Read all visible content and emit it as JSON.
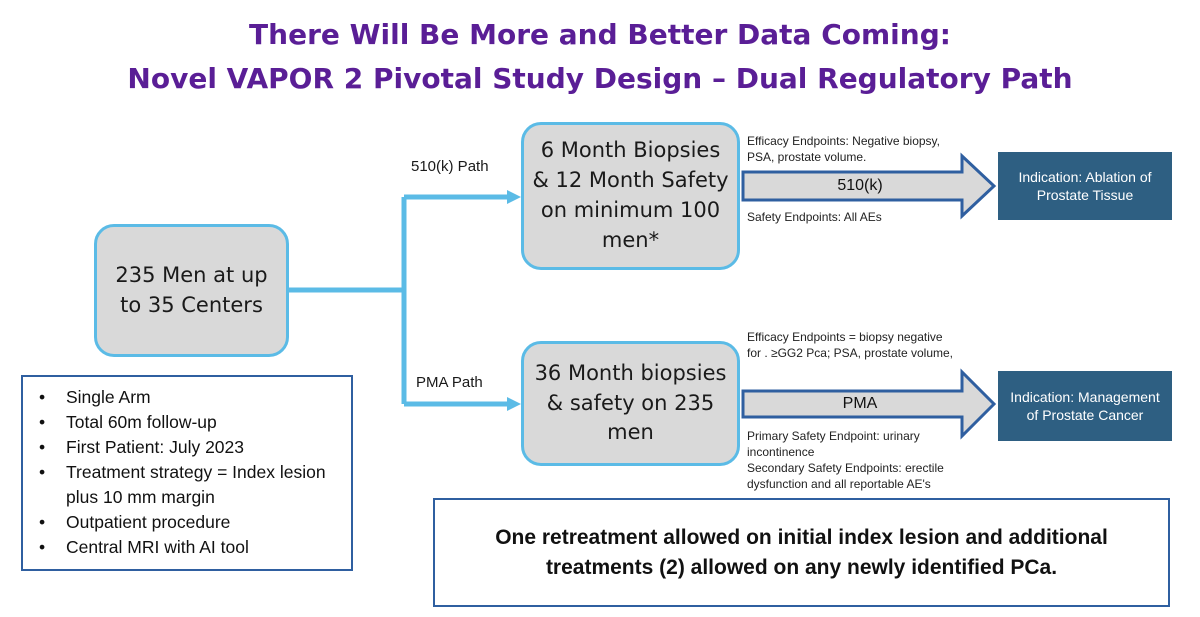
{
  "title": {
    "line1": "There Will Be More and Better Data Coming:",
    "line2": "Novel VAPOR 2 Pivotal Study Design – Dual Regulatory Path"
  },
  "start_box": {
    "text": "235 Men at up to 35 Centers"
  },
  "paths": {
    "path_510k": {
      "label": "510(k) Path",
      "box_text": "6 Month Biopsies & 12 Month Safety on minimum 100 men*",
      "efficacy": "Efficacy Endpoints: Negative biopsy, PSA, prostate volume.",
      "arrow_label": "510(k)",
      "safety": "Safety Endpoints: All AEs",
      "indication": "Indication: Ablation of Prostate Tissue"
    },
    "path_pma": {
      "label": "PMA Path",
      "box_text": "36 Month biopsies & safety on 235 men",
      "efficacy": "Efficacy Endpoints = biopsy negative for . ≥GG2 Pca; PSA, prostate volume,",
      "arrow_label": "PMA",
      "primary_safety": "Primary Safety Endpoint: urinary incontinence",
      "secondary_safety": "Secondary Safety Endpoints: erectile dysfunction and all reportable AE's",
      "indication": "Indication: Management of Prostate Cancer"
    }
  },
  "bullets": [
    "Single Arm",
    "Total 60m follow-up",
    "First Patient: July 2023",
    "Treatment strategy = Index lesion plus 10 mm margin",
    "Outpatient procedure",
    "Central MRI with AI tool"
  ],
  "note": "One retreatment allowed on initial index lesion and additional treatments (2) allowed on any newly identified PCa.",
  "colors": {
    "title": "#5a1e96",
    "box_fill": "#d9d9d9",
    "box_border": "#5bbbe6",
    "connector": "#5bbbe6",
    "indication_fill": "#2e5f82",
    "arrow_border": "#2f5fa0",
    "frame_border": "#2f5fa0"
  }
}
